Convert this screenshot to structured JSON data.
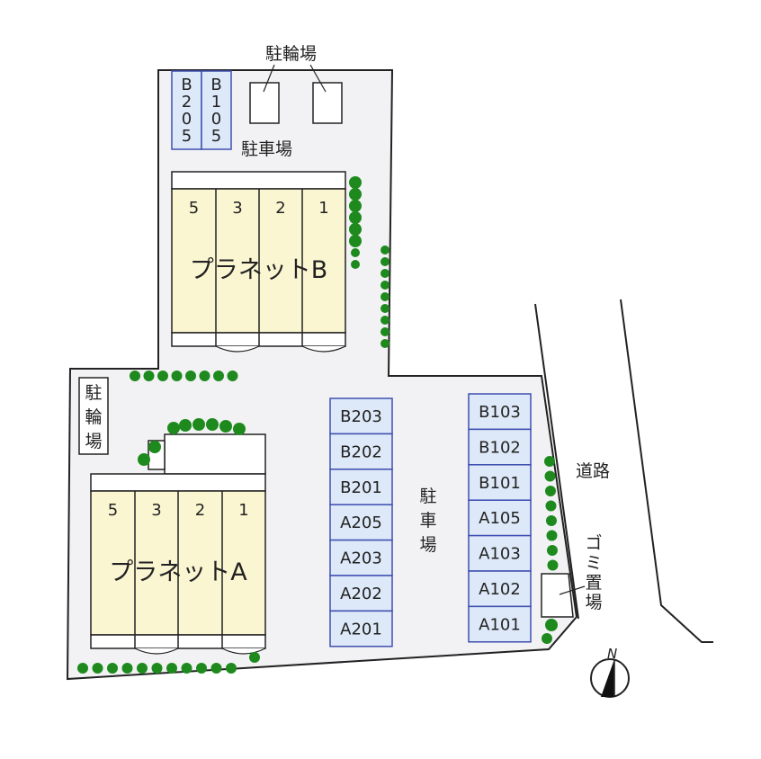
{
  "colors": {
    "lot": "#f2f2f4",
    "building": "#fbf6d2",
    "parking": "#dde9f8",
    "parking_border": "#3f4fb0",
    "tree": "#1e8a1e"
  },
  "labels": {
    "bike_parking_top": "駐輪場",
    "parking_top": "駐車場",
    "bike_parking_left": [
      "駐",
      "輪",
      "場"
    ],
    "parking_center": [
      "駐",
      "車",
      "場"
    ],
    "road": "道路",
    "garbage": [
      "ゴ",
      "ミ",
      "置",
      "場"
    ],
    "north": "N"
  },
  "building_b": {
    "name": "プラネットB",
    "units": [
      "5",
      "3",
      "2",
      "1"
    ]
  },
  "building_a": {
    "name": "プラネットA",
    "units": [
      "5",
      "3",
      "2",
      "1"
    ]
  },
  "parking_top_spaces": [
    [
      "B",
      "2",
      "0",
      "5"
    ],
    [
      "B",
      "1",
      "0",
      "5"
    ]
  ],
  "parking_col1": [
    "B203",
    "B202",
    "B201",
    "A205",
    "A203",
    "A202",
    "A201"
  ],
  "parking_col2": [
    "B103",
    "B102",
    "B101",
    "A105",
    "A103",
    "A102",
    "A101"
  ]
}
